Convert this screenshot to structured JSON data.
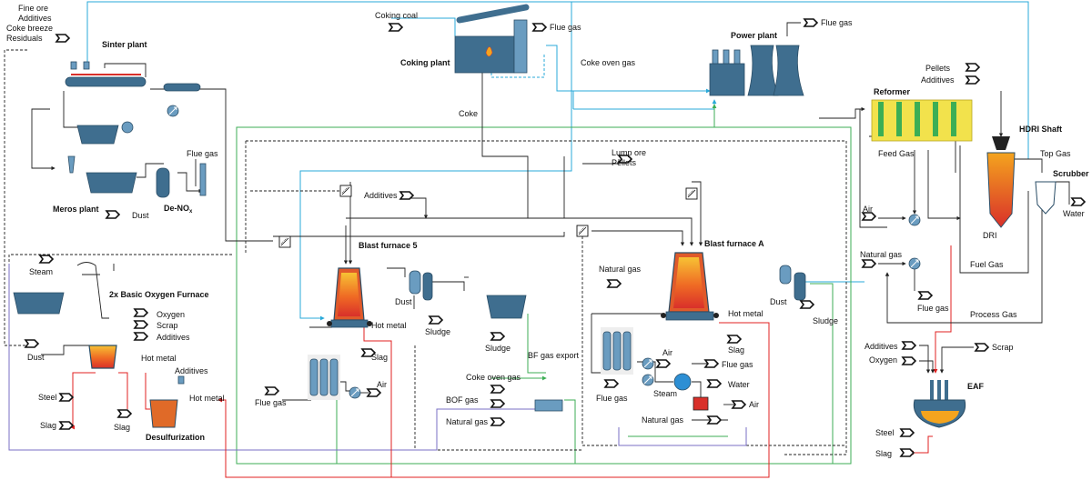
{
  "colors": {
    "equipment": "#3f6e8f",
    "equipment_light": "#6a9cc0",
    "flue_gas_line": "#29a9d9",
    "coke_oven_gas_line": "#3cae55",
    "hot_metal_line": "#e02020",
    "bof_gas_line": "#7a6fc4",
    "flame": "#f4a41e",
    "furnace_core": "#d9302a",
    "reformer": "#f2e24c"
  },
  "icons": {
    "stream_tag": "chevron-arrow-icon",
    "heat_exchanger": "circle-exchanger-icon",
    "valve": "square-valve-icon"
  },
  "sinter": {
    "inputs": [
      "Fine ore",
      "Additives",
      "Coke breeze",
      "Residuals"
    ],
    "title": "Sinter plant",
    "meros_title": "Meros plant",
    "dust": "Dust",
    "denox_main": "De-NO",
    "denox_sub": "x",
    "flue_gas": "Flue gas"
  },
  "coking": {
    "input": "Coking coal",
    "title": "Coking plant",
    "flue_gas": "Flue gas",
    "coke_oven_gas": "Coke oven gas",
    "coke": "Coke"
  },
  "power": {
    "title": "Power plant",
    "flue_gas": "Flue gas"
  },
  "bf5": {
    "title": "Blast furnace 5",
    "additives": "Additives",
    "hot_metal": "Hot metal",
    "slag": "Slag",
    "dust": "Dust",
    "sludge": "Sludge",
    "sludge2": "Sludge",
    "bf_gas_export": "BF gas export",
    "air": "Air",
    "flue_gas": "Flue gas",
    "coke_oven_gas": "Coke oven gas",
    "bof_gas": "BOF gas",
    "natural_gas": "Natural gas"
  },
  "bfa": {
    "title": "Blast furnace A",
    "lump_ore": "Lump ore",
    "pellets": "Pellets",
    "natural_gas": "Natural gas",
    "hot_metal": "Hot metal",
    "slag": "Slag",
    "dust": "Dust",
    "sludge": "Sludge",
    "flue_gas": "Flue gas",
    "air": "Air",
    "air2": "Air",
    "steam": "Steam",
    "flue_gas2": "Flue gas",
    "water": "Water",
    "natural_gas2": "Natural gas"
  },
  "bof": {
    "title": "2x Basic Oxygen Furnace",
    "steam": "Steam",
    "dust": "Dust",
    "oxygen": "Oxygen",
    "scrap": "Scrap",
    "additives": "Additives",
    "steel": "Steel",
    "slag": "Slag",
    "slag2": "Slag",
    "hot_metal": "Hot metal",
    "hot_metal2": "Hot metal",
    "desulf_additives": "Additives",
    "desulf_title": "Desulfurization"
  },
  "reformer": {
    "title": "Reformer",
    "feed_gas": "Feed Gas",
    "air": "Air",
    "natural_gas": "Natural gas",
    "flue_gas": "Flue gas",
    "fuel_gas": "Fuel Gas",
    "process_gas": "Process Gas"
  },
  "hdri": {
    "title": "HDRI Shaft",
    "pellets": "Pellets",
    "additives": "Additives",
    "top_gas": "Top Gas",
    "scrubber": "Scrubber",
    "water": "Water",
    "dri": "DRI"
  },
  "eaf": {
    "title": "EAF",
    "additives": "Additives",
    "oxygen": "Oxygen",
    "scrap": "Scrap",
    "steel": "Steel",
    "slag": "Slag"
  }
}
